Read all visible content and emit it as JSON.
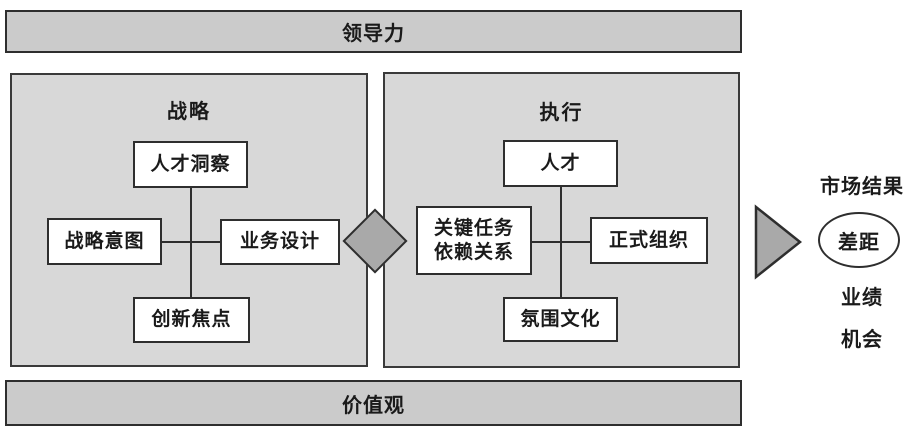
{
  "diagram": {
    "title_bars": {
      "top": "领导力",
      "bottom": "价值观"
    },
    "strategy_panel": {
      "title": "战略",
      "nodes": {
        "talent_insight": "人才洞察",
        "strategic_intent": "战略意图",
        "business_design": "业务设计",
        "innovation_focus": "创新焦点"
      }
    },
    "execution_panel": {
      "title": "执行",
      "nodes": {
        "talent": "人才",
        "key_tasks_line1": "关键任务",
        "key_tasks_line2": "依赖关系",
        "formal_organization": "正式组织",
        "culture": "氛围文化"
      }
    },
    "outcome": {
      "market_result": "市场结果",
      "gap": "差距",
      "performance": "业绩",
      "opportunity": "机会"
    },
    "colors": {
      "panel_bg": "#d8d8d8",
      "bar_bg": "#cbcbcb",
      "shape_fill": "#a9a9a9",
      "line": "#2e2e2e"
    }
  }
}
